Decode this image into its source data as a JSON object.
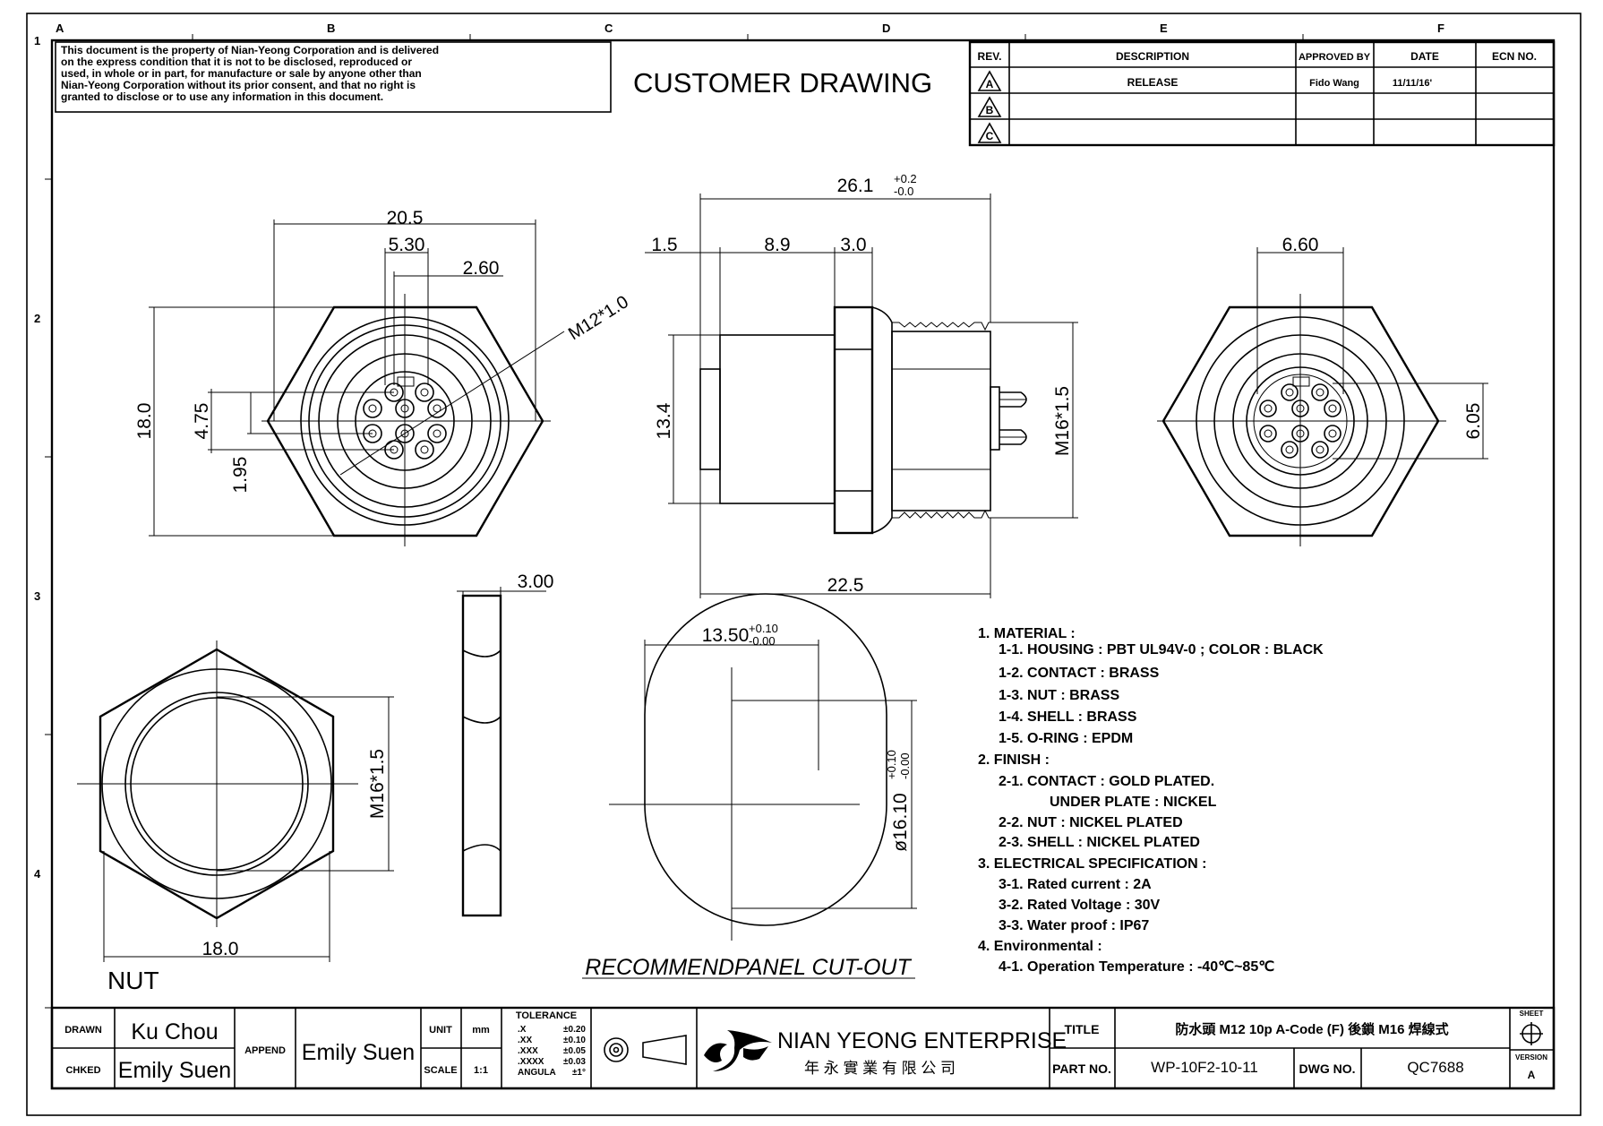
{
  "border": {
    "columns": [
      "A",
      "B",
      "C",
      "D",
      "E",
      "F"
    ],
    "rows": [
      "1",
      "2",
      "3",
      "4"
    ]
  },
  "notice": [
    "This document is the property of Nian-Yeong Corporation and is delivered",
    "on  the  express condition that it is not to be disclosed, reproduced or",
    "used, in whole or in part, for manufacture or sale by anyone other than",
    "Nian-Yeong Corporation without  its prior consent, and that  no right  is",
    "granted to disclose or to use any information in this  document."
  ],
  "title": "CUSTOMER  DRAWING",
  "revision_table": {
    "headers": [
      "REV.",
      "DESCRIPTION",
      "APPROVED BY",
      "DATE",
      "ECN NO."
    ],
    "rows": [
      {
        "rev": "A",
        "description": "RELEASE",
        "approved": "Fido Wang",
        "date": "11/11/16'",
        "ecn": ""
      },
      {
        "rev": "B",
        "description": "",
        "approved": "",
        "date": "",
        "ecn": ""
      },
      {
        "rev": "C",
        "description": "",
        "approved": "",
        "date": "",
        "ecn": ""
      }
    ]
  },
  "dims": {
    "front_width": "20.5",
    "front_530": "5.30",
    "front_260": "2.60",
    "front_thread": "M12*1.0",
    "front_height": "18.0",
    "front_475": "4.75",
    "front_195": "1.95",
    "side_total": "26.1",
    "side_total_tol_up": "+0.2",
    "side_total_tol_dn": "-0.0",
    "side_15": "1.5",
    "side_89": "8.9",
    "side_30": "3.0",
    "side_134": "13.4",
    "side_thread": "M16*1.5",
    "side_225": "22.5",
    "back_660": "6.60",
    "back_605": "6.05",
    "nut_300": "3.00",
    "nut_thread": "M16*1.5",
    "nut_width": "18.0",
    "nut_label": "NUT",
    "cut_width": "13.50",
    "cut_width_tol_up": "+0.10",
    "cut_width_tol_dn": "-0.00",
    "cut_dia": "ø16.10",
    "cut_dia_tol_up": "+0.10",
    "cut_dia_tol_dn": "-0.00",
    "cut_label": "RECOMMENDPANEL  CUT-OUT"
  },
  "notes": [
    "1.  MATERIAL  :",
    "1-1.  HOUSING  :  PBT  UL94V-0  ;  COLOR  :  BLACK",
    "1-2.  CONTACT  :  BRASS",
    "1-3.  NUT  :  BRASS",
    "1-4.  SHELL  :  BRASS",
    "1-5.  O-RING  :  EPDM",
    "2.  FINISH  :",
    "2-1.  CONTACT  :  GOLD  PLATED.",
    "UNDER  PLATE  :  NICKEL",
    "2-2.  NUT  :  NICKEL  PLATED",
    "2-3.  SHELL  :  NICKEL  PLATED",
    "3.  ELECTRICAL  SPECIFICATION  :",
    "3-1.  Rated  current  :  2A",
    "3-2.  Rated  Voltage  :  30V",
    "3-3.  Water  proof  :  IP67",
    "4.  Environmental  :",
    "4-1.  Operation  Temperature  :  -40℃~85℃"
  ],
  "title_block": {
    "drawn_label": "DRAWN",
    "drawn": "Ku Chou",
    "checked_label": "CHKED",
    "checked": "Emily Suen",
    "append_label": "APPEND",
    "append": "Emily Suen",
    "unit_label": "UNIT",
    "unit": "mm",
    "scale_label": "SCALE",
    "scale": "1:1",
    "tolerance_label": "TOLERANCE",
    "tolerances": [
      {
        "k": ".X",
        "v": "±0.20"
      },
      {
        "k": ".XX",
        "v": "±0.10"
      },
      {
        "k": ".XXX",
        "v": "±0.05"
      },
      {
        "k": ".XXXX",
        "v": "±0.03"
      },
      {
        "k": "ANGULA",
        "v": "±1°"
      }
    ],
    "company": "NIAN YEONG ENTERPRISE",
    "company_cn": "年 永 實 業 有 限 公 司",
    "title_label": "TITLE",
    "title": "防水頭 M12  10p  A-Code  (F)  後鎖  M16  焊線式",
    "part_label": "PART NO.",
    "part": "WP-10F2-10-11",
    "dwg_label": "DWG NO.",
    "dwg": "QC7688",
    "sheet_label": "SHEET",
    "version_label": "VERSION",
    "version": "A"
  }
}
